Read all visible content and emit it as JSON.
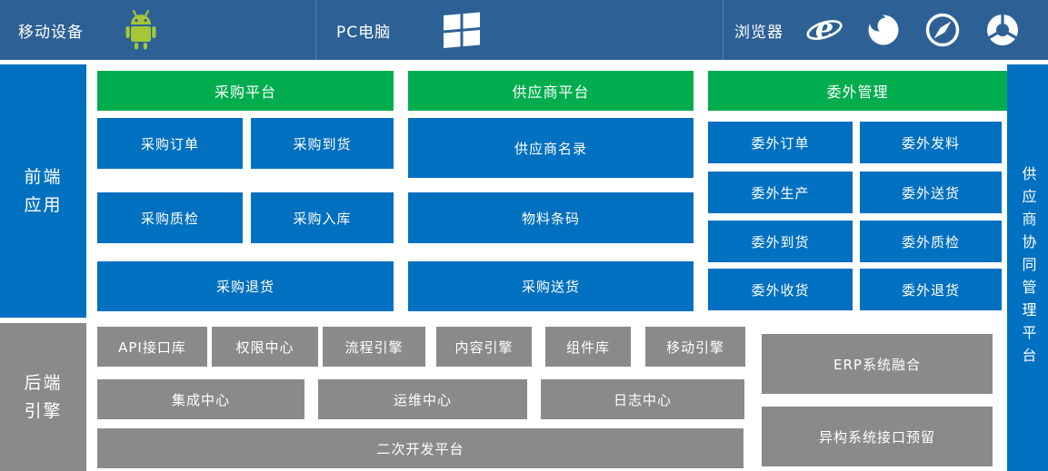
{
  "top_bar": {
    "mobile_label": "移动设备",
    "pc_label": "PC电脑",
    "browser_label": "浏览器",
    "icons": [
      "android-icon",
      "windows-icon",
      "ie-icon",
      "firefox-icon",
      "safari-icon",
      "chrome-icon"
    ]
  },
  "left_sidebar": {
    "frontend_label": "前端应用",
    "backend_label": "后端引擎"
  },
  "right_sidebar": {
    "platform_label": "供应商协同管理平台"
  },
  "frontend": {
    "procurement": {
      "header": "采购平台",
      "items": [
        "采购订单",
        "采购到货",
        "采购质检",
        "采购入库",
        "采购退货"
      ]
    },
    "supplier": {
      "header": "供应商平台",
      "items": [
        "供应商名录",
        "物料条码",
        "采购送货"
      ]
    },
    "outsourcing": {
      "header": "委外管理",
      "items": [
        "委外订单",
        "委外发料",
        "委外生产",
        "委外送货",
        "委外到货",
        "委外质检",
        "委外收货",
        "委外退货"
      ]
    }
  },
  "backend": {
    "row1": [
      "API接口库",
      "权限中心",
      "流程引擎",
      "内容引擎",
      "组件库",
      "移动引擎"
    ],
    "row2": [
      "集成中心",
      "运维中心",
      "日志中心"
    ],
    "bottom": "二次开发平台",
    "right": [
      "ERP系统融合",
      "异构系统接口预留"
    ]
  },
  "colors": {
    "top_bar_blue": "#2d6195",
    "tile_blue": "#0070c0",
    "header_green": "#00ad4e",
    "backend_gray": "#8a8a8a",
    "android_green": "#a4c639"
  }
}
